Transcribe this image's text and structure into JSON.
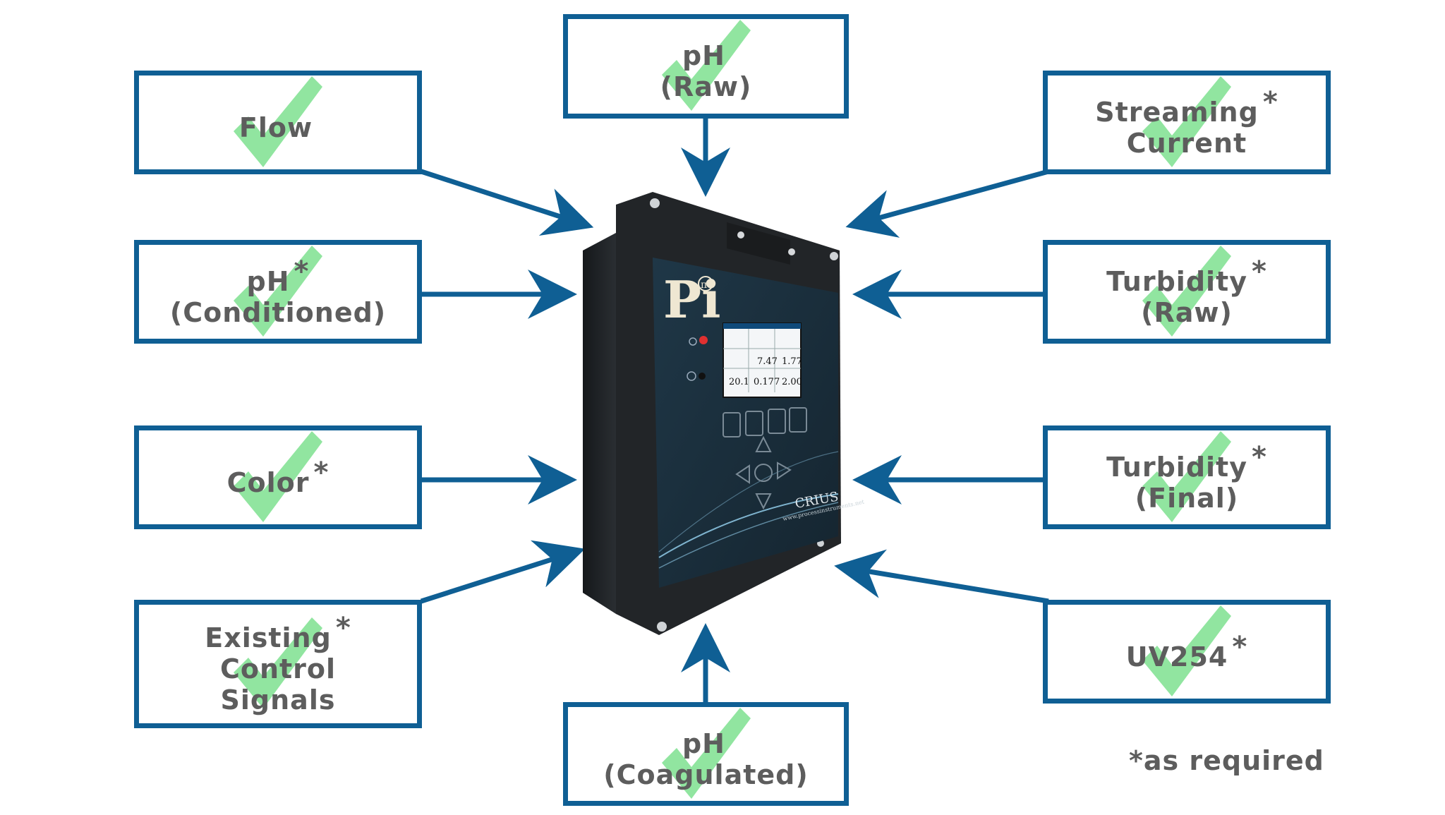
{
  "colors": {
    "box_border": "#0f5f94",
    "arrow": "#0f5f94",
    "text": "#5d5d5d",
    "check": "#7ee08f",
    "device_body": "#202326",
    "device_panel": "#1e3342"
  },
  "icons": [
    "checkmark-icon"
  ],
  "boxes": {
    "flow": {
      "lines": [
        "Flow"
      ],
      "star": ""
    },
    "ph_raw": {
      "lines": [
        "pH",
        "(Raw)"
      ],
      "star": ""
    },
    "streaming_current": {
      "lines": [
        "Streaming",
        "Current"
      ],
      "star": "*"
    },
    "ph_conditioned": {
      "lines": [
        "pH",
        "(Conditioned)"
      ],
      "star": "*"
    },
    "turbidity_raw": {
      "lines": [
        "Turbidity",
        "(Raw)"
      ],
      "star": "*"
    },
    "color": {
      "lines": [
        "Color"
      ],
      "star": "*"
    },
    "turbidity_final": {
      "lines": [
        "Turbidity",
        "(Final)"
      ],
      "star": "*"
    },
    "existing_control_signals": {
      "lines": [
        "Existing",
        "Control",
        "Signals"
      ],
      "star": "*"
    },
    "uv254": {
      "lines": [
        "UV254"
      ],
      "star": "*"
    },
    "ph_coagulated": {
      "lines": [
        "pH",
        "(Coagulated)"
      ],
      "star": ""
    }
  },
  "device": {
    "logo": "Pi",
    "logo_symbol": "π",
    "brand": "CRIUS",
    "website": "www.processinstruments.net",
    "screen_readings": [
      "7.47",
      "1.77",
      "20.1",
      "0.177",
      "2.00"
    ]
  },
  "note": "*as required"
}
